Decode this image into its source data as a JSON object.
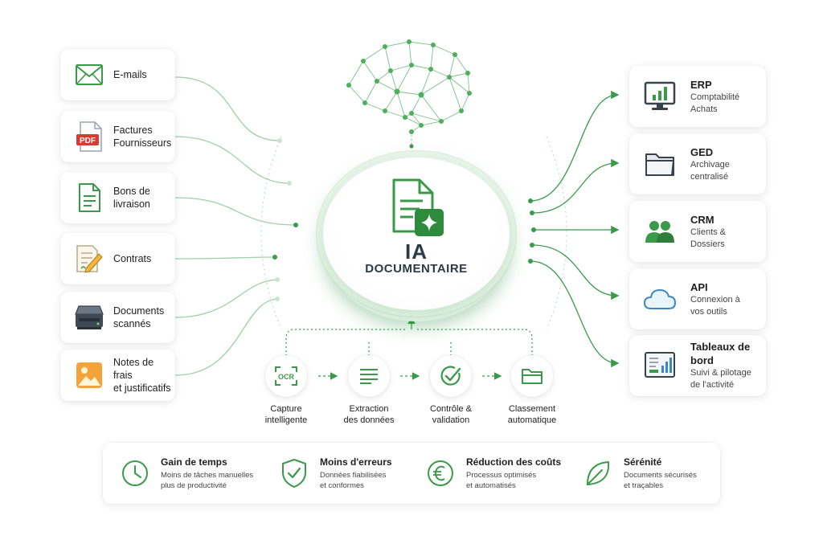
{
  "colors": {
    "accent": "#3a9a4a",
    "accent_dark": "#2e7d3a",
    "line": "#8fc79a",
    "pdf_red": "#d93b30",
    "title_dark": "#2b3a46"
  },
  "hub": {
    "title": "IA",
    "subtitle": "DOCUMENTAIRE",
    "icon": "ai-document-icon"
  },
  "brain_icon": "neural-network-brain-icon",
  "sources": [
    {
      "label": "E-mails",
      "icon": "envelope-icon"
    },
    {
      "label": "Factures\nFournisseurs",
      "icon": "pdf-file-icon",
      "badge": "PDF"
    },
    {
      "label": "Bons de\nlivraison",
      "icon": "document-icon"
    },
    {
      "label": "Contrats",
      "icon": "contract-pen-icon"
    },
    {
      "label": "Documents\nscannés",
      "icon": "scanner-icon"
    },
    {
      "label": "Notes de frais\net justificatifs",
      "icon": "image-receipt-icon"
    }
  ],
  "destinations": [
    {
      "title": "ERP",
      "subtitle": "Comptabilité\nAchats",
      "icon": "monitor-chart-icon"
    },
    {
      "title": "GED",
      "subtitle": "Archivage\ncentralisé",
      "icon": "folder-icon"
    },
    {
      "title": "CRM",
      "subtitle": "Clients &\nDossiers",
      "icon": "users-icon"
    },
    {
      "title": "API",
      "subtitle": "Connexion à\nvos outils",
      "icon": "cloud-icon"
    },
    {
      "title": "Tableaux de bord",
      "subtitle": "Suivi & pilotage\nde l'activité",
      "icon": "dashboard-icon"
    }
  ],
  "steps": [
    {
      "label": "Capture\nintelligente",
      "icon": "ocr-scan-icon",
      "ocr": "OCR"
    },
    {
      "label": "Extraction\ndes données",
      "icon": "list-lines-icon"
    },
    {
      "label": "Contrôle &\nvalidation",
      "icon": "check-circle-icon"
    },
    {
      "label": "Classement\nautomatique",
      "icon": "folder-icon"
    }
  ],
  "benefits": [
    {
      "title": "Gain de temps",
      "text": "Moins de tâches manuelles\nplus de productivité",
      "icon": "clock-icon"
    },
    {
      "title": "Moins d'erreurs",
      "text": "Données fiabilisées\net conformes",
      "icon": "shield-check-icon"
    },
    {
      "title": "Réduction des coûts",
      "text": "Processus optimisés\net automatisés",
      "icon": "euro-icon"
    },
    {
      "title": "Sérénité",
      "text": "Documents sécurisés\net traçables",
      "icon": "leaf-icon"
    }
  ]
}
